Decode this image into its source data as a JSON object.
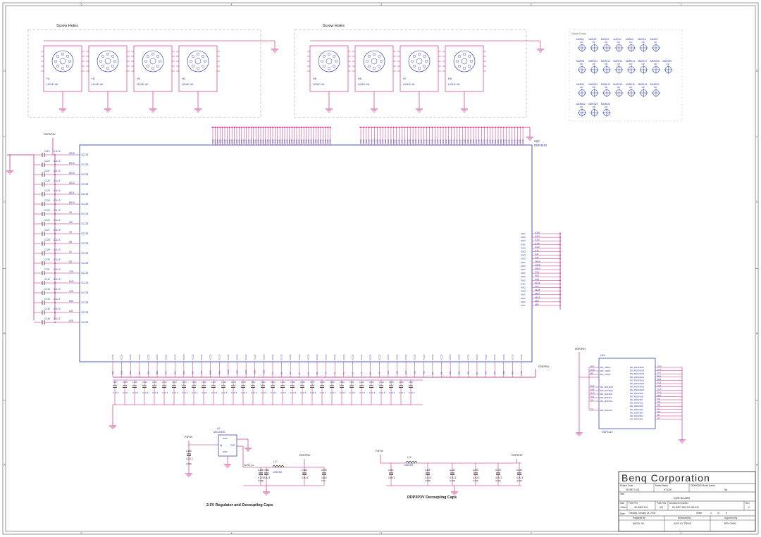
{
  "frame": {
    "row_letters": [
      "D",
      "C",
      "B",
      "A"
    ],
    "col_numbers": [
      "1",
      "2",
      "3",
      "4",
      "5"
    ]
  },
  "screw_holes": {
    "left_title": "Screw Holes",
    "right_title": "Screw Holes",
    "holes": [
      {
        "ref": "H1",
        "value": "HOLE-V6"
      },
      {
        "ref": "H2",
        "value": "HOLE-V6"
      },
      {
        "ref": "H3",
        "value": "HOLE-V6"
      },
      {
        "ref": "H4",
        "value": "HOLE-V6"
      },
      {
        "ref": "H5",
        "value": "HOLE-V6"
      },
      {
        "ref": "H6",
        "value": "HOLE-V6"
      },
      {
        "ref": "H7",
        "value": "HOLE-V6"
      },
      {
        "ref": "H8",
        "value": "HOLE-V6"
      }
    ]
  },
  "optical_points": {
    "title": "Optical Points",
    "row1": [
      "MARK1",
      "MARK2",
      "MARK3",
      "MARK4",
      "MARK5",
      "MARK6",
      "MARK7"
    ],
    "row2": [
      "MARK8",
      "MARK11",
      "MARK12",
      "MARK13",
      "MARK14",
      "MARK17",
      "MARK18",
      "MARK20"
    ],
    "row3": [
      "MARK9",
      "MARK10",
      "MARK13",
      "MARK15",
      "MARK16",
      "MARK19",
      "MARK21"
    ],
    "row4": [
      "MARK22",
      "MARK23",
      "MARK24"
    ],
    "tag": "OP"
  },
  "u20": {
    "ref": "U20",
    "part": "DDP4010",
    "power_net": "DDP3P3V",
    "left_caps": [
      {
        "ref": "C119",
        "val": "0.1U Z",
        "ball": "AE18",
        "pin": "VCC33"
      },
      {
        "ref": "C120",
        "val": "0.1U Z",
        "ball": "AE16",
        "pin": "VCC33"
      },
      {
        "ref": "C121",
        "val": "0.1U Z",
        "ball": "AE15",
        "pin": "VCC33"
      },
      {
        "ref": "C122",
        "val": "0.1U Z",
        "ball": "AE12",
        "pin": "VCC33"
      },
      {
        "ref": "C123",
        "val": "0.1U Z",
        "ball": "AE11",
        "pin": "VCC33"
      },
      {
        "ref": "C124",
        "val": "0.1U Z",
        "ball": "AE10",
        "pin": "VCC33"
      },
      {
        "ref": "C125",
        "val": "0.1U Z",
        "ball": "Y5",
        "pin": "VCC33"
      },
      {
        "ref": "C126",
        "val": "0.1U Z",
        "ball": "W5",
        "pin": "VCC33"
      },
      {
        "ref": "C127",
        "val": "0.1U Z",
        "ball": "V5",
        "pin": "VCC33"
      },
      {
        "ref": "C128",
        "val": "0.1U Z",
        "ball": "N5",
        "pin": "VCC33"
      },
      {
        "ref": "C129",
        "val": "0.1U Z",
        "ball": "L5",
        "pin": "VCC33"
      },
      {
        "ref": "C130",
        "val": "0.1U Z",
        "ball": "K5",
        "pin": "VCC33"
      },
      {
        "ref": "C131",
        "val": "0.1U Z",
        "ball": "Y25",
        "pin": "VCC33"
      },
      {
        "ref": "C132",
        "val": "0.1U Z",
        "ball": "W25",
        "pin": "VCC33"
      },
      {
        "ref": "C133",
        "val": "0.1U Z",
        "ball": "V25",
        "pin": "VCC33"
      },
      {
        "ref": "C134",
        "val": "0.1U Z",
        "ball": "N25",
        "pin": "VCC33"
      },
      {
        "ref": "C135",
        "val": "0.1U Z",
        "ball": "L25",
        "pin": "VCC33"
      },
      {
        "ref": "C136",
        "val": "0.1U Z",
        "ball": "K25",
        "pin": "VCC33"
      }
    ],
    "right_gnd": [
      {
        "pin": "GND",
        "ball": "AJ26"
      },
      {
        "pin": "GND",
        "ball": "AJ25"
      },
      {
        "pin": "GND",
        "ball": "AJ22"
      },
      {
        "pin": "GND",
        "ball": "AJ18"
      },
      {
        "pin": "GND",
        "ball": "AJ12"
      },
      {
        "pin": "GND",
        "ball": "AJ9"
      },
      {
        "pin": "GND",
        "ball": "AJ6"
      },
      {
        "pin": "GND",
        "ball": "AJ5"
      },
      {
        "pin": "GND",
        "ball": "AH26"
      },
      {
        "pin": "GND",
        "ball": "AH25"
      },
      {
        "pin": "GND",
        "ball": "AH29"
      },
      {
        "pin": "GND",
        "ball": "AG1"
      },
      {
        "pin": "GND",
        "ball": "AG2"
      },
      {
        "pin": "GND",
        "ball": "AG3"
      },
      {
        "pin": "GND",
        "ball": "AF10"
      },
      {
        "pin": "GND",
        "ball": "AF4"
      },
      {
        "pin": "GND",
        "ball": "AE25"
      },
      {
        "pin": "GND",
        "ball": "AE17"
      },
      {
        "pin": "GND",
        "ball": "AE13"
      },
      {
        "pin": "GND",
        "ball": "AE5"
      },
      {
        "pin": "GND",
        "ball": "AE6"
      }
    ],
    "top_pins_left": [
      "GND",
      "GND",
      "GND",
      "GND",
      "GND",
      "GND",
      "GND",
      "GND",
      "GND",
      "GND",
      "GND",
      "GND",
      "GND",
      "GND",
      "GND",
      "GND",
      "GND",
      "GND",
      "GND",
      "GND",
      "GND",
      "GND",
      "GND",
      "GND",
      "GND",
      "GND",
      "GND",
      "GND",
      "GND",
      "GND",
      "GND",
      "GND",
      "GND",
      "GND",
      "GND",
      "GND",
      "GND",
      "GND",
      "GND",
      "GND",
      "GND",
      "GND",
      "GND",
      "GND",
      "GND",
      "GND",
      "GND",
      "GND",
      "GND",
      "GND"
    ],
    "top_pins_right": [
      "GND",
      "GND",
      "GND",
      "GND",
      "GND",
      "GND",
      "GND",
      "GND",
      "GND",
      "GND",
      "GND",
      "GND",
      "GND",
      "GND",
      "GND",
      "GND",
      "GND",
      "GND",
      "GND",
      "GND",
      "GND",
      "GND",
      "GND",
      "GND",
      "GND",
      "GND",
      "GND",
      "GND",
      "GND",
      "GND",
      "GND",
      "GND",
      "GND",
      "GND",
      "GND",
      "GND",
      "GND",
      "GND",
      "GND",
      "GND",
      "GND",
      "GND",
      "GND",
      "GND",
      "GND",
      "GND",
      "GND",
      "GND",
      "GND",
      "GND",
      "GND",
      "GND",
      "GND",
      "GND",
      "GND",
      "GND",
      "GND",
      "GND",
      "GND",
      "GND"
    ],
    "bottom_pin_name": "VCC25",
    "bottom_balls": [
      "F26",
      "G26",
      "H26",
      "J26",
      "K26",
      "M26",
      "P26",
      "R26",
      "T26",
      "U26",
      "V26",
      "W26",
      "Y26",
      "AA26",
      "AB26",
      "AC26",
      "AD26",
      "AE26",
      "F1",
      "G1",
      "H1",
      "J1",
      "K1",
      "M1",
      "P1",
      "R1",
      "T1",
      "U1",
      "V1",
      "W1",
      "Y1",
      "AA1",
      "AB1",
      "AC1",
      "AD1",
      "AE1",
      "E5",
      "E8",
      "E15",
      "E22",
      "E25",
      "F5",
      "F25",
      "E11",
      "E18",
      "E20",
      "E24"
    ],
    "bottom_caps": [
      "C137",
      "C138",
      "C139",
      "C140",
      "C141",
      "C142",
      "C143",
      "C144",
      "C145",
      "C146",
      "C147",
      "C148",
      "C149",
      "C150",
      "C151",
      "C152",
      "C153",
      "C154",
      "C155",
      "C156",
      "C157",
      "C158",
      "C159",
      "C160",
      "C161",
      "C162",
      "C163",
      "C164",
      "C165",
      "C166",
      "C167"
    ],
    "bottom_cap_val": "0.1U Z",
    "bottom_net": "DDP2P5V"
  },
  "regulator": {
    "caption": "2.5V Regulator and Decoupling Caps",
    "ic_ref": "U7",
    "ic_part": "MIC39100",
    "pin_in": "IN",
    "pin_out": "OUT",
    "pin_gnd1": "GND",
    "pin_gnd2": "GND",
    "vin_net": "P3P3V",
    "c_in": {
      "ref": "C180",
      "val": "4.7U Z",
      "pkg": "(1206)"
    },
    "inductor": {
      "ref": "L17",
      "val": "60OHM"
    },
    "net_out": "DDP2P5V",
    "local_net": "P2P5V_AL",
    "caps": [
      {
        "ref": "C181",
        "val": "4.7U Z",
        "pkg": "(1206)"
      },
      {
        "ref": "C182",
        "val": "0.1U Z",
        "pkg": ""
      },
      {
        "ref": "C183",
        "val": "0.1U Z",
        "pkg": ""
      },
      {
        "ref": "C206",
        "val": "100U",
        "pkg": "6.3V"
      }
    ]
  },
  "decoupling": {
    "caption": "DDP3P3V Decoupling Caps",
    "vin_net": "P3P3V",
    "net_out": "DDP3P3V",
    "inductor": {
      "ref": "L15",
      "val": "60OHM"
    },
    "caps": [
      {
        "ref": "C115",
        "val": "0.1U Z",
        "pkg": ""
      },
      {
        "ref": "C116",
        "val": "0.1U Z",
        "pkg": "(1206)"
      },
      {
        "ref": "C232",
        "val": "4.7U Z",
        "pkg": "(1206)"
      },
      {
        "ref": "C233",
        "val": "4.7U Z",
        "pkg": "(1206)"
      },
      {
        "ref": "C234",
        "val": "4.7U Z",
        "pkg": "(1206)"
      },
      {
        "ref": "C235",
        "val": "4.7U Z",
        "pkg": "(1206)"
      }
    ]
  },
  "u24": {
    "ref": "U24",
    "part": "DDP1010",
    "power_net": "DDP3P3V",
    "left_pins": [
      {
        "ball": "B20",
        "name": "RD_VDDS"
      },
      {
        "ball": "D15",
        "name": "RD_VDDS"
      },
      {
        "ball": "B8",
        "name": "RD_VDDS"
      },
      {
        "ball": "B19",
        "name": "RD_RGND15"
      },
      {
        "ball": "A14",
        "name": "RD_RGND11"
      },
      {
        "ball": "D13",
        "name": "RD_RGND8"
      },
      {
        "ball": "A11",
        "name": "RD_RGND4"
      },
      {
        "ball": "C8",
        "name": "RD_RGND0"
      },
      {
        "ball": "C6",
        "name": "RD_RGNDC"
      }
    ],
    "right_pins": [
      {
        "ball": "D19",
        "name": "RD_RSGND17"
      },
      {
        "ball": "C17",
        "name": "RD_RSGND16"
      },
      {
        "ball": "A17",
        "name": "RD_RSGND15"
      },
      {
        "ball": "B15",
        "name": "RD_RSGND14"
      },
      {
        "ball": "B14",
        "name": "RD_RSGND13"
      },
      {
        "ball": "A13",
        "name": "RD_RSGND12"
      },
      {
        "ball": "A12",
        "name": "RD_RSGND11"
      },
      {
        "ball": "C13",
        "name": "RD_RSGND10"
      },
      {
        "ball": "D12",
        "name": "RD_RSGND9"
      },
      {
        "ball": "B10",
        "name": "RD_RSGND8"
      },
      {
        "ball": "A9",
        "name": "RD_RSGND7"
      },
      {
        "ball": "A8",
        "name": "RD_RSGND6"
      },
      {
        "ball": "B9",
        "name": "RD_RSGND5"
      },
      {
        "ball": "C7",
        "name": "RD_RSGND4"
      },
      {
        "ball": "D6",
        "name": "RD_RSGND3"
      },
      {
        "ball": "B7",
        "name": "RD_RSGND2"
      },
      {
        "ball": "A7",
        "name": "RD_RSGND1"
      }
    ]
  },
  "title_block": {
    "company": "Benq Corporation",
    "project_code_label": "Project Code",
    "project_code": "99.J6877.001",
    "model_name_label": "Model Name",
    "model_name": "HT1200",
    "oem_label": "OEM/ODM Model Name",
    "oem_value": "NA",
    "title_label": "Title",
    "title": "DMD BOARD",
    "size_label": "Size",
    "size": "<Size>",
    "pcb_pn_label": "PCB P/N",
    "pcb_pn": "48.J6802.001",
    "pcb_rev_label": "PCB Rev.",
    "pcb_rev": "001",
    "doc_label": "Document Number",
    "doc": "99.J6877.R02-C0-304-002",
    "rev_label": "Rev",
    "rev": "0",
    "date_label": "Date",
    "date": "Tuesday, January 14, 2003",
    "sheet_label": "Sheet",
    "sheet": "4",
    "of_label": "of",
    "of": "8",
    "prepared_label": "Prepared By",
    "prepared": "ANGEL HU",
    "reviewed_label": "Reviewed By",
    "reviewed": "ALEX HY TSENG",
    "approved_label": "Approved By",
    "approved": "BEN CHEN"
  }
}
